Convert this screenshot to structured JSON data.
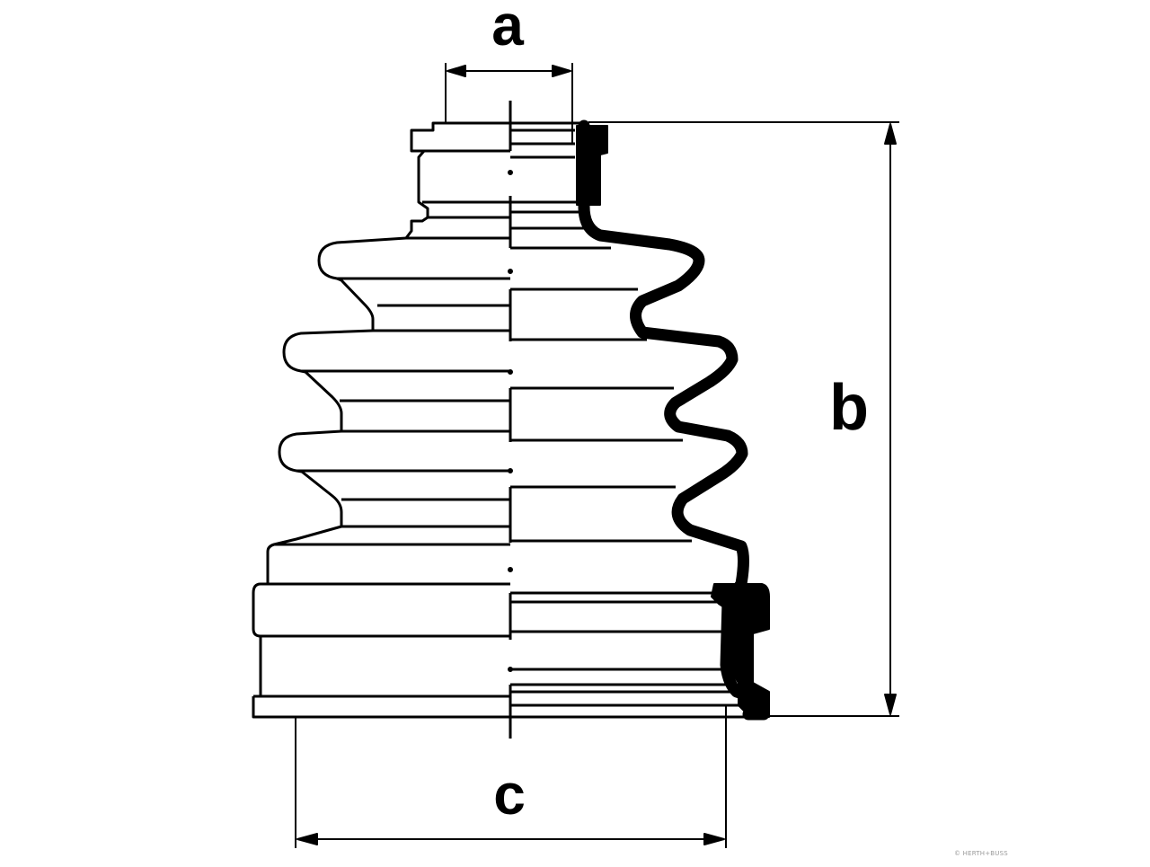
{
  "diagram": {
    "dimension_labels": {
      "a": "a",
      "b": "b",
      "c": "c"
    },
    "watermark": "© HERTH+BUSS",
    "colors": {
      "stroke": "#000000",
      "background": "#ffffff",
      "watermark": "#9a9a9a"
    }
  }
}
